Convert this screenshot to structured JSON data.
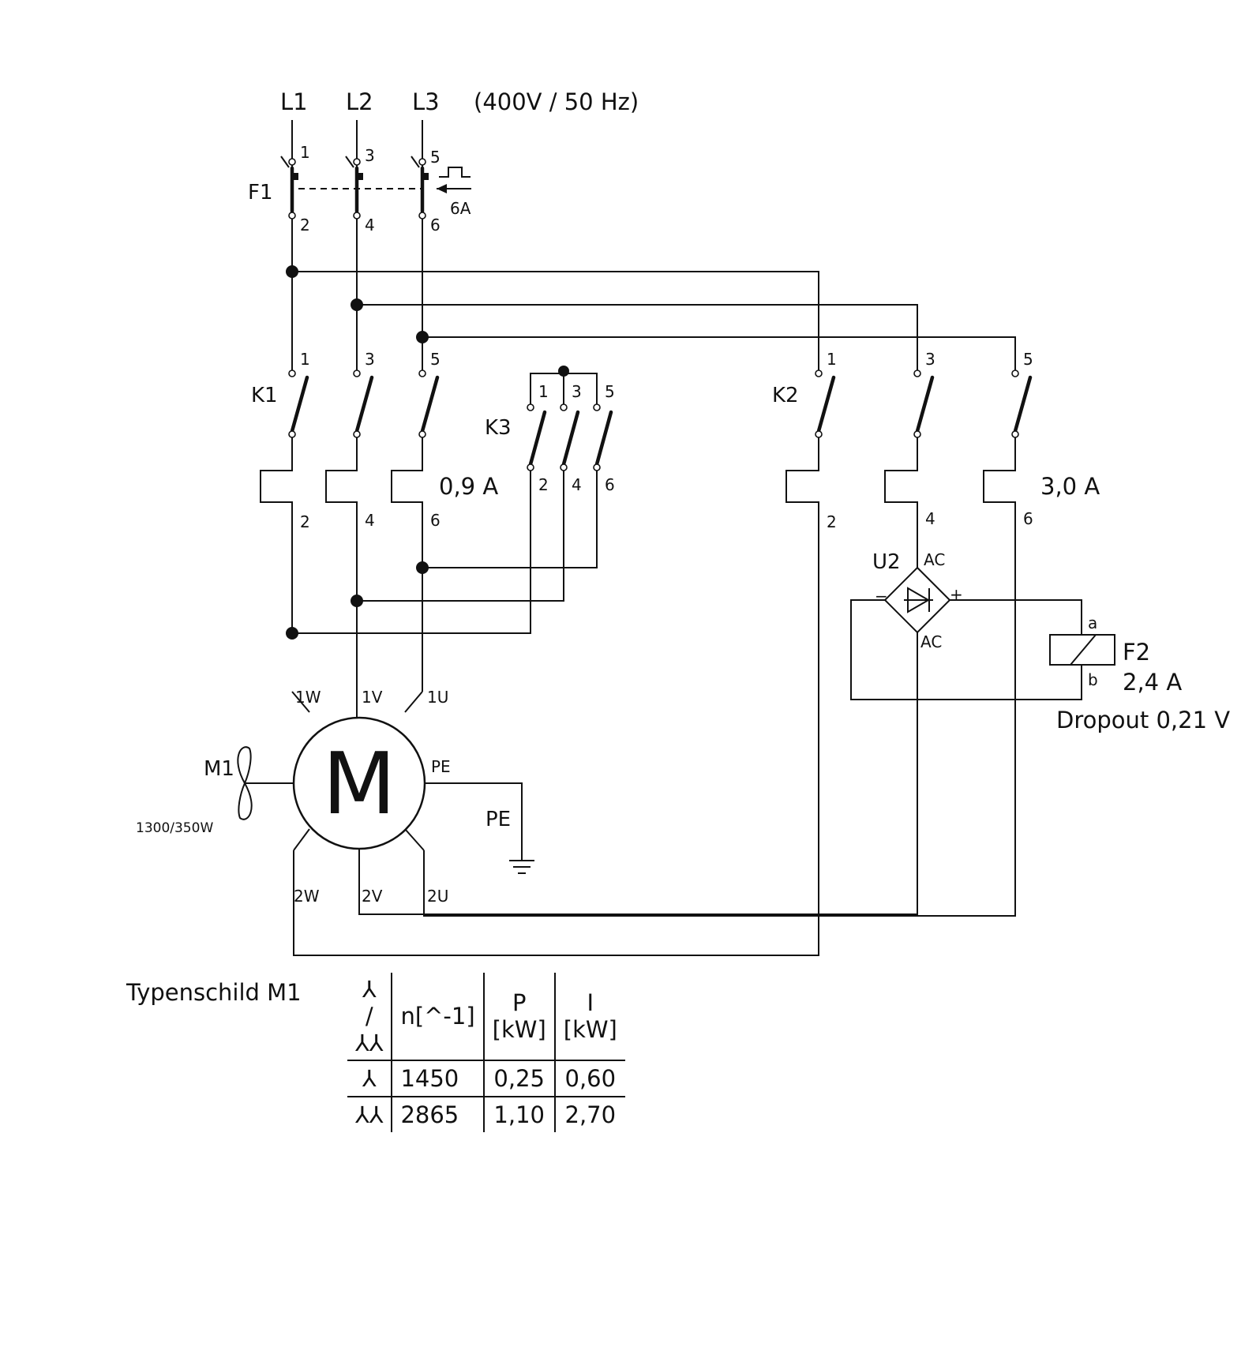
{
  "supply": {
    "phases": [
      "L1",
      "L2",
      "L3"
    ],
    "rating": "(400V / 50 Hz)"
  },
  "f1": {
    "name": "F1",
    "terminals": [
      "1",
      "2",
      "3",
      "4",
      "5",
      "6"
    ],
    "rating": "6A"
  },
  "k1": {
    "name": "K1",
    "terminals": [
      "1",
      "2",
      "3",
      "4",
      "5",
      "6"
    ],
    "overload": "0,9 A"
  },
  "k3": {
    "name": "K3",
    "terminals": [
      "1",
      "2",
      "3",
      "4",
      "5",
      "6"
    ]
  },
  "k2": {
    "name": "K2",
    "terminals": [
      "1",
      "2",
      "3",
      "4",
      "5",
      "6"
    ],
    "overload": "3,0 A"
  },
  "u2": {
    "name": "U2",
    "ac_top": "AC",
    "ac_bottom": "AC",
    "minus": "−",
    "plus": "+"
  },
  "f2": {
    "name": "F2",
    "terminal_a": "a",
    "terminal_b": "b",
    "current": "2,4 A",
    "dropout": "Dropout 0,21 V"
  },
  "motor": {
    "symbol": "M",
    "name": "M1",
    "power": "1300/350W",
    "terminals_top": [
      "1W",
      "1V",
      "1U"
    ],
    "terminals_bottom": [
      "2W",
      "2V",
      "2U"
    ],
    "pe_terminal": "PE",
    "pe_label": "PE"
  },
  "nameplate": {
    "title": "Typenschild M1",
    "headers": [
      "⅄ / ⅄⅄",
      "n[^-1]",
      "P [kW]",
      "I [kW]"
    ],
    "rows": [
      [
        "⅄",
        "1450",
        "0,25",
        "0,60"
      ],
      [
        "⅄⅄",
        "2865",
        "1,10",
        "2,70"
      ]
    ]
  }
}
